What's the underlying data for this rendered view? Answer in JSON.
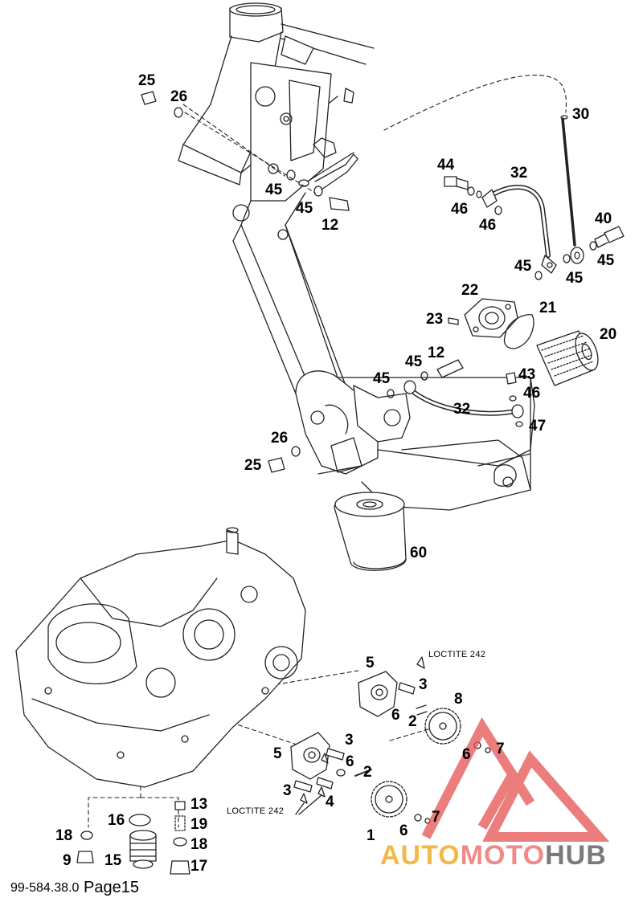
{
  "callouts": [
    "25",
    "26",
    "45",
    "45",
    "12",
    "30",
    "44",
    "32",
    "46",
    "46",
    "40",
    "45",
    "45",
    "45",
    "22",
    "21",
    "23",
    "20",
    "12",
    "45",
    "45",
    "43",
    "46",
    "32",
    "47",
    "26",
    "25",
    "60",
    "5",
    "3",
    "8",
    "6",
    "2",
    "6",
    "7",
    "5",
    "3",
    "6",
    "2",
    "3",
    "4",
    "7",
    "1",
    "6",
    "13",
    "16",
    "19",
    "18",
    "18",
    "9",
    "15",
    "17"
  ],
  "loctite_label_1": "LOCTITE 242",
  "loctite_label_2": "LOCTITE 242",
  "footer_code": "99-584.38.0",
  "footer_page": "Page15",
  "watermark": {
    "part1": "AUTO",
    "part2": "MOTO",
    "part3": "HUB",
    "color1": "#f2b84a",
    "color2": "#f08a8a",
    "color3": "#7a7a7a",
    "logo_color": "#e65252"
  }
}
